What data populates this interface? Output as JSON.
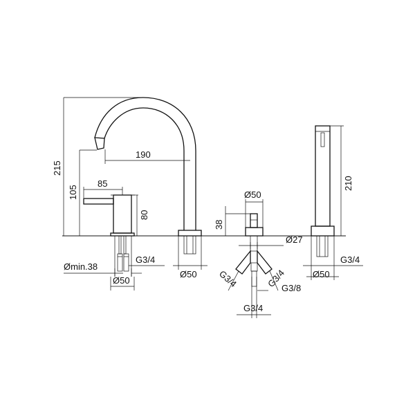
{
  "dimensions": {
    "total_height": "215",
    "handle_height": "105",
    "spout_reach": "190",
    "lever_length": "85",
    "mixer_height": "80",
    "hole_min": "Ømin.38",
    "mixer_thread": "G3/4",
    "mixer_diameter": "Ø50",
    "spout_diameter": "Ø50",
    "diverter_diameter": "Ø50",
    "diverter_height": "38",
    "diverter_stem": "Ø27",
    "diverter_thread_left": "G3/4",
    "diverter_thread_right": "G3/4",
    "diverter_thread_center": "G3/8",
    "diverter_thread_bottom": "G3/4",
    "shower_height": "210",
    "shower_thread": "G3/4",
    "shower_diameter": "Ø50"
  }
}
